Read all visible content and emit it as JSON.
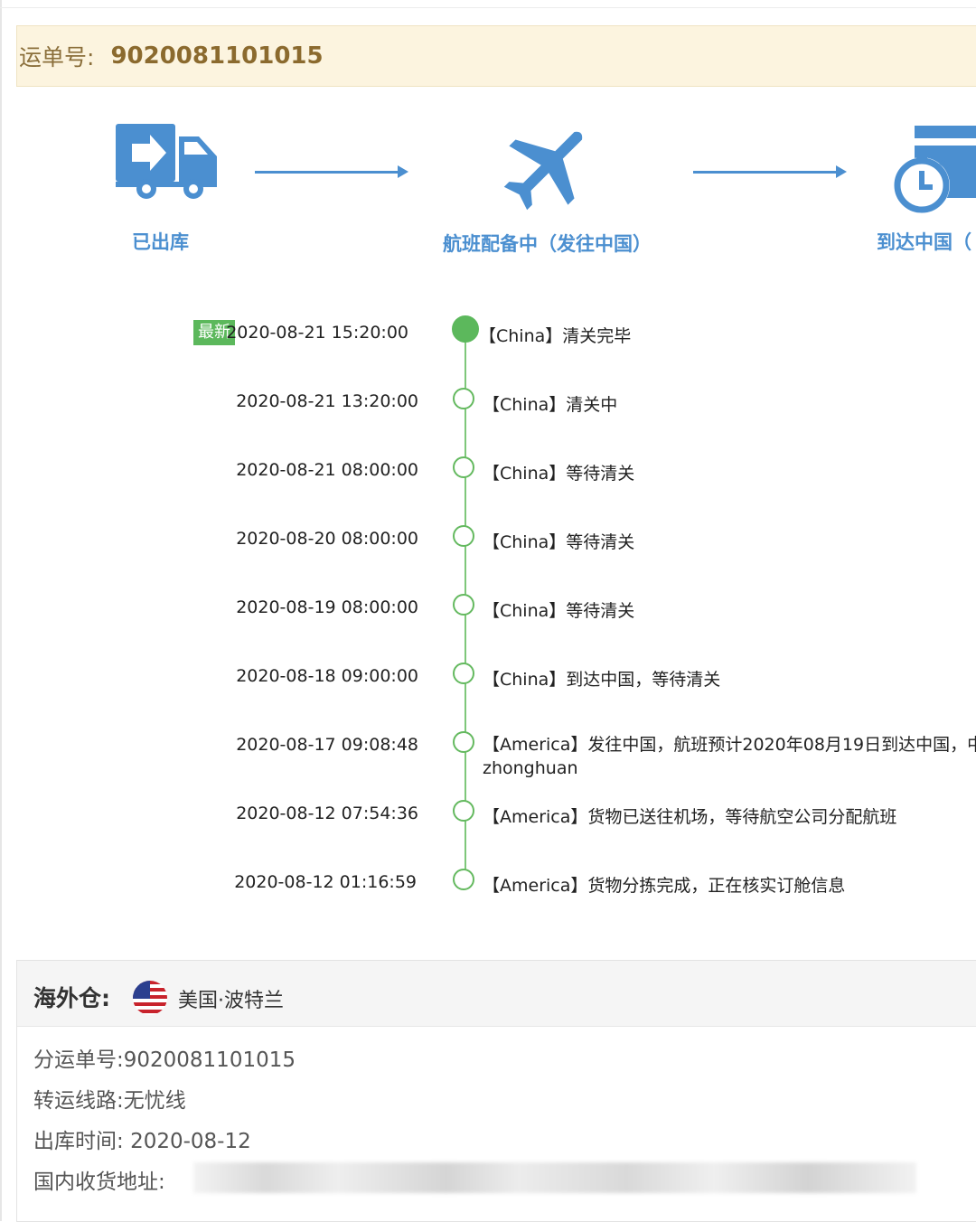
{
  "tracking": {
    "label": "运单号:",
    "number": "9020081101015"
  },
  "stages": [
    {
      "label": "已出库",
      "icon": "truck-icon"
    },
    {
      "label": "航班配备中（发往中国）",
      "icon": "airplane-icon"
    },
    {
      "label": "到达中国（",
      "icon": "customs-clock-icon"
    }
  ],
  "colors": {
    "accent": "#4b8fd0",
    "timeline": "#5cb85c",
    "banner_bg": "#fcf4df",
    "banner_text": "#8b6a2e"
  },
  "timeline": {
    "latest_badge": "最新",
    "events": [
      {
        "time": "2020-08-21 15:20:00",
        "text": "【China】清关完毕"
      },
      {
        "time": "2020-08-21 13:20:00",
        "text": "【China】清关中"
      },
      {
        "time": "2020-08-21 08:00:00",
        "text": "【China】等待清关"
      },
      {
        "time": "2020-08-20 08:00:00",
        "text": "【China】等待清关"
      },
      {
        "time": "2020-08-19 08:00:00",
        "text": "【China】等待清关"
      },
      {
        "time": "2020-08-18 09:00:00",
        "text": "【China】到达中国，等待清关"
      },
      {
        "time": "2020-08-17 09:08:48",
        "text": "【America】发往中国，航班预计2020年08月19日到达中国，中 zhonghuan"
      },
      {
        "time": "2020-08-12 07:54:36",
        "text": "【America】货物已送往机场，等待航空公司分配航班"
      },
      {
        "time": "2020-08-12 01:16:59",
        "text": "【America】货物分拣完成，正在核实订舱信息"
      }
    ]
  },
  "warehouse": {
    "title": "海外仓:",
    "name": "美国·波特兰",
    "flag_icon": "us-flag-icon",
    "fields": [
      {
        "label": "分运单号:",
        "value": "9020081101015"
      },
      {
        "label": "转运线路:",
        "value": "无忧线"
      },
      {
        "label": "出库时间:",
        "value": "2020-08-12"
      },
      {
        "label": "国内收货地址:",
        "value": ""
      }
    ]
  }
}
